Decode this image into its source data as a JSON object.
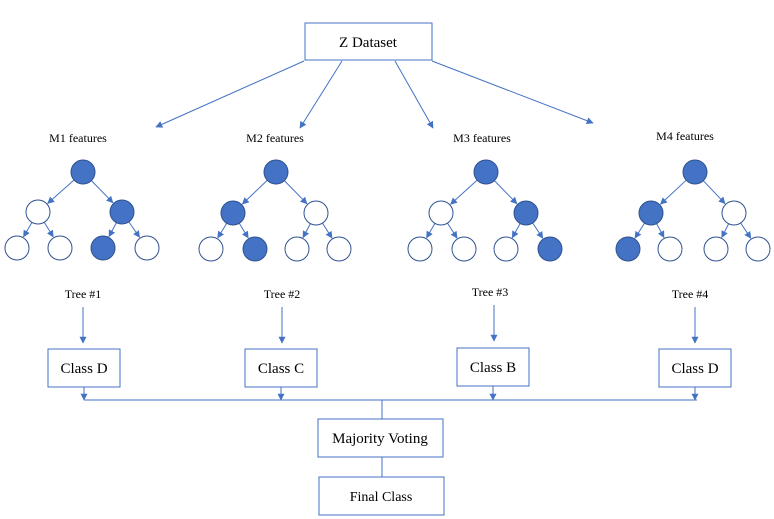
{
  "colors": {
    "accent": "#4472c4",
    "node_filled": "#4472c4",
    "node_empty": "#ffffff"
  },
  "diagram": {
    "dataset_label": "Z Dataset",
    "majority_label": "Majority Voting",
    "final_label": "Final Class",
    "trees": [
      {
        "features_label": "M1 features",
        "tree_label": "Tree #1",
        "class_label": "Class D",
        "filled_nodes": [
          0,
          2,
          5
        ]
      },
      {
        "features_label": "M2 features",
        "tree_label": "Tree #2",
        "class_label": "Class C",
        "filled_nodes": [
          0,
          1,
          4
        ]
      },
      {
        "features_label": "M3 features",
        "tree_label": "Tree #3",
        "class_label": "Class B",
        "filled_nodes": [
          0,
          2,
          6
        ]
      },
      {
        "features_label": "M4 features",
        "tree_label": "Tree #4",
        "class_label": "Class D",
        "filled_nodes": [
          0,
          1,
          3
        ]
      }
    ]
  }
}
